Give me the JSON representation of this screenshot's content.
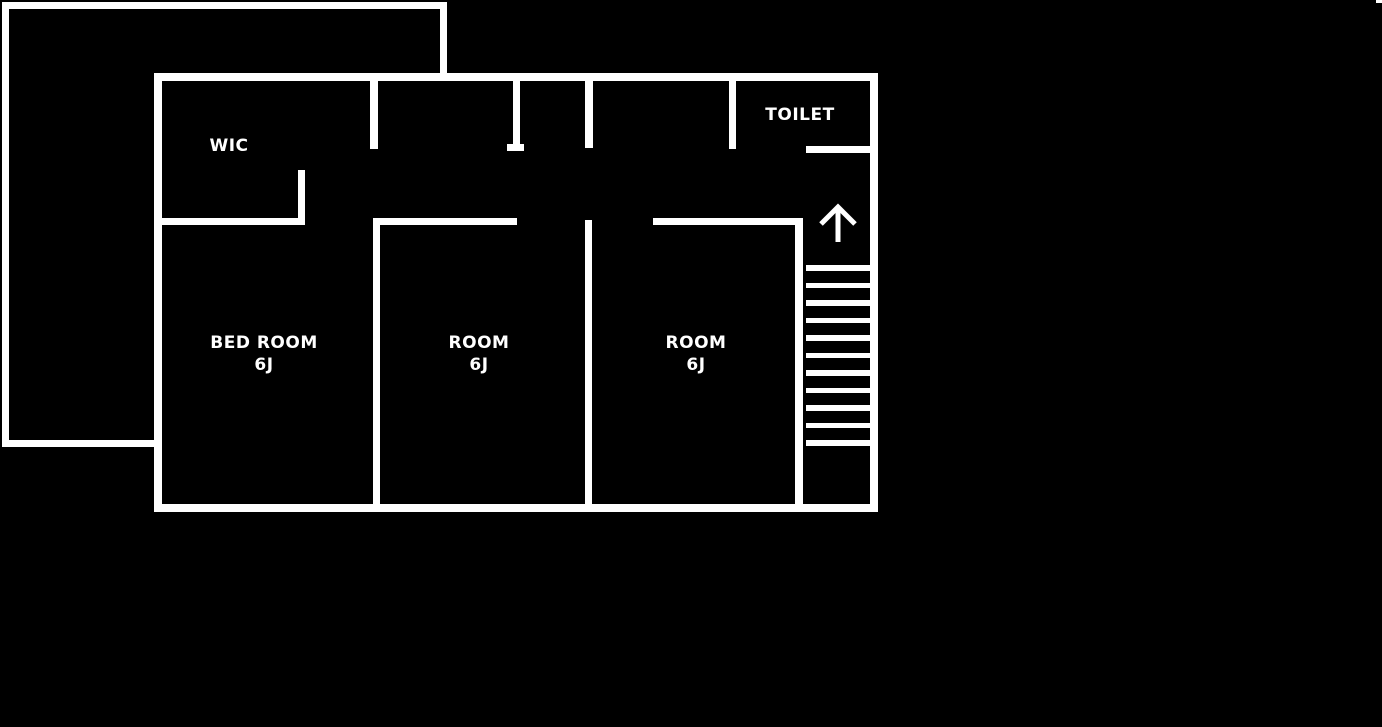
{
  "colors": {
    "background": "#000000",
    "lines": "#ffffff",
    "text": "#ffffff"
  },
  "floor_plan": {
    "wic": {
      "label": "WIC"
    },
    "toilet": {
      "label": "TOILET"
    },
    "bedroom": {
      "label": "BED ROOM",
      "size": "6J"
    },
    "room_middle": {
      "label": "ROOM",
      "size": "6J"
    },
    "room_right": {
      "label": "ROOM",
      "size": "6J"
    },
    "stairs": {
      "steps": 11,
      "icon": "up-arrow-icon"
    }
  }
}
